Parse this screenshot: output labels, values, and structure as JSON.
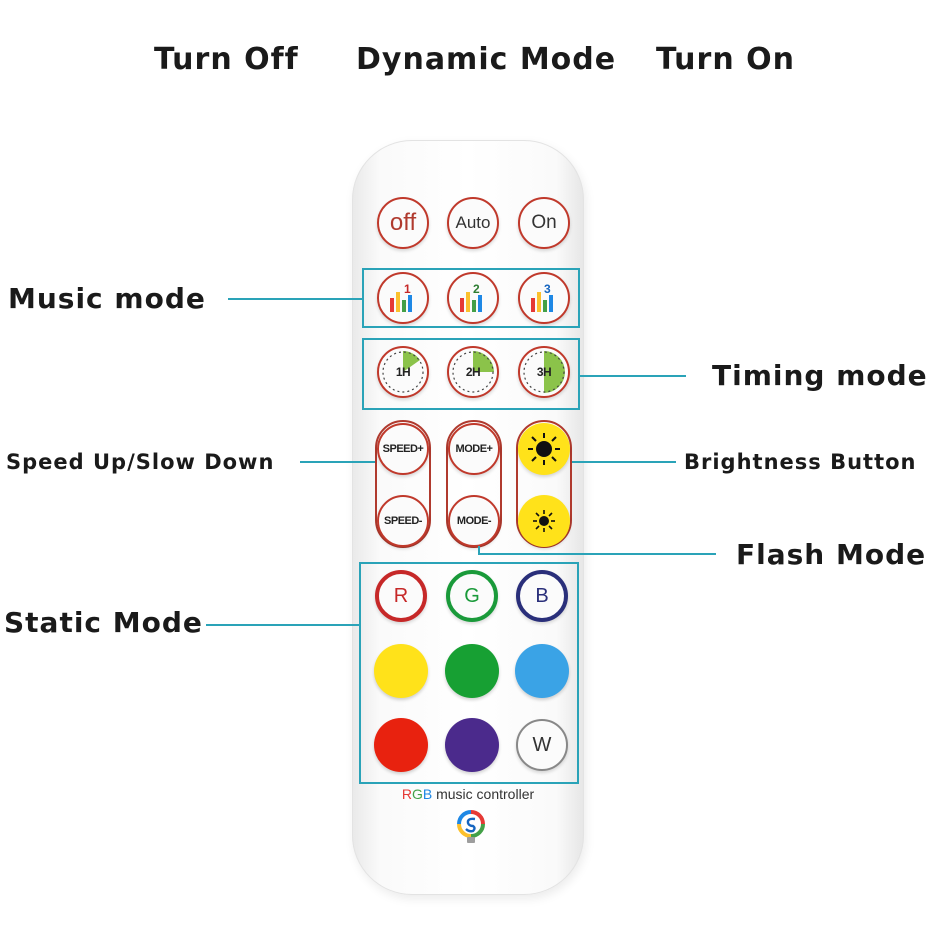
{
  "top_labels": {
    "turn_off": "Turn Off",
    "dynamic_mode": "Dynamic Mode",
    "turn_on": "Turn On"
  },
  "side_labels": {
    "music_mode": "Music mode",
    "timing_mode": "Timing mode",
    "speed": "Speed Up/Slow Down",
    "brightness": "Brightness Button",
    "flash_mode": "Flash Mode",
    "static_mode": "Static Mode"
  },
  "buttons": {
    "off": "off",
    "auto": "Auto",
    "on": "On",
    "music": [
      "1",
      "2",
      "3"
    ],
    "timer": [
      "1H",
      "2H",
      "3H"
    ],
    "speed_up": "SPEED+",
    "speed_down": "SPEED-",
    "mode_up": "MODE+",
    "mode_down": "MODE-",
    "r": "R",
    "g": "G",
    "b": "B",
    "w": "W"
  },
  "colors": {
    "yellow": "#ffe21a",
    "green": "#17a033",
    "blue": "#3aa3e6",
    "red": "#e8220f",
    "purple": "#4b2a8c",
    "r_ring": "#c62828",
    "g_ring": "#1a9a3a",
    "b_ring": "#2a2f7a"
  },
  "brand": {
    "r": "R",
    "g": "G",
    "b": "B",
    "rest": " music controller"
  }
}
